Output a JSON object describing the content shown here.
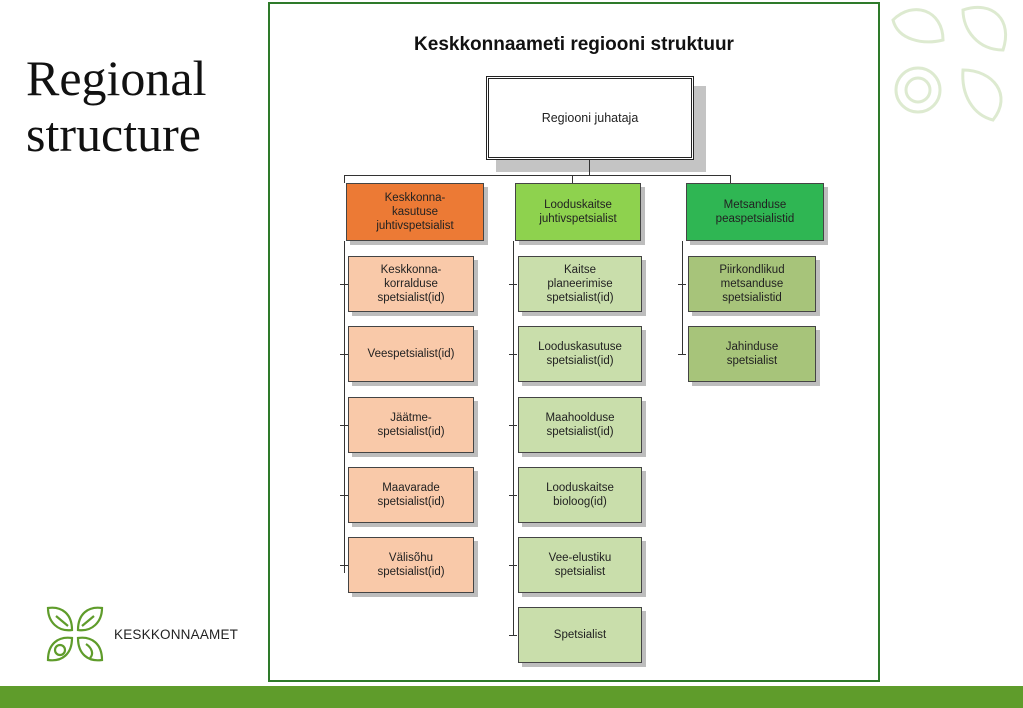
{
  "slide": {
    "title_line1": "Regional",
    "title_line2": "structure"
  },
  "logo": {
    "text": "KESKKONNAAMET",
    "icon": "leaf-logo-icon"
  },
  "org_chart": {
    "title": "Keskkonnaameti regiooni struktuur",
    "root": "Regiooni juhataja",
    "columns": [
      {
        "head": "Keskkonna-\nkasutuse\njuhtivspetsialist",
        "color": "#ec7a35",
        "items": [
          "Keskkonna-\nkorralduse\nspetsialist(id)",
          "Veespetsialist(id)",
          "Jäätme-\nspetsialist(id)",
          "Maavarade\nspetsialist(id)",
          "Välisõhu\nspetsialist(id)"
        ]
      },
      {
        "head": "Looduskaitse\njuhtivspetsialist",
        "color": "#8ed24e",
        "items": [
          "Kaitse\nplaneerimise\nspetsialist(id)",
          "Looduskasutuse\nspetsialist(id)",
          "Maahoolduse\nspetsialist(id)",
          "Looduskaitse\nbioloog(id)",
          "Vee-elustiku\nspetsialist",
          "Spetsialist"
        ]
      },
      {
        "head": "Metsanduse\npeaspetsialistid",
        "color": "#2fb653",
        "items": [
          "Piirkondlikud\nmetsanduse\nspetsialistid",
          "Jahinduse\nspetsialist"
        ]
      }
    ]
  },
  "colors": {
    "bottom_bar": "#5f9c2b",
    "frame_border": "#2e7a2a",
    "item_peach": "#f9c9a9",
    "item_sage": "#c9deab",
    "item_olive": "#a7c47a"
  }
}
